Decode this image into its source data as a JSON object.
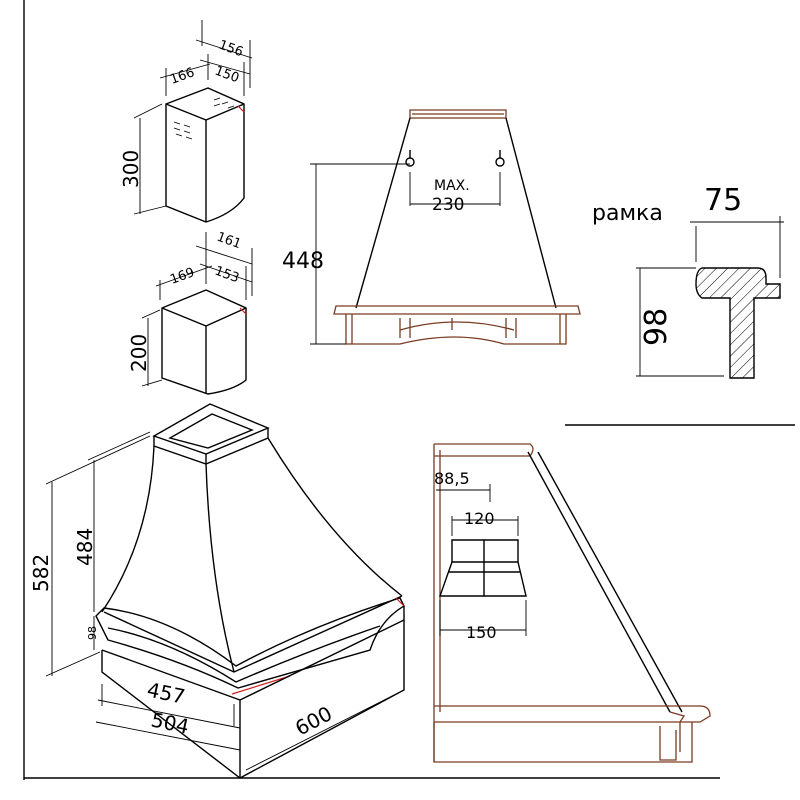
{
  "dimensions": {
    "top_box": {
      "d156": "156",
      "d166": "166",
      "d150": "150",
      "d300": "300"
    },
    "mid_box": {
      "d161": "161",
      "d169": "169",
      "d153": "153",
      "d200": "200"
    },
    "hood": {
      "d582": "582",
      "d484": "484",
      "d98": "98",
      "d457": "457",
      "d504": "504",
      "d600": "600"
    },
    "front": {
      "d448": "448",
      "max": "MAX.",
      "d230": "230"
    },
    "frame": {
      "label": "рамка",
      "d75": "75",
      "d98": "98"
    },
    "side": {
      "d88_5": "88,5",
      "d120": "120",
      "d150": "150"
    }
  },
  "colors": {
    "line": "#000000",
    "frame_brown": "#7a3b22",
    "accent_red": "#d21f1f"
  }
}
